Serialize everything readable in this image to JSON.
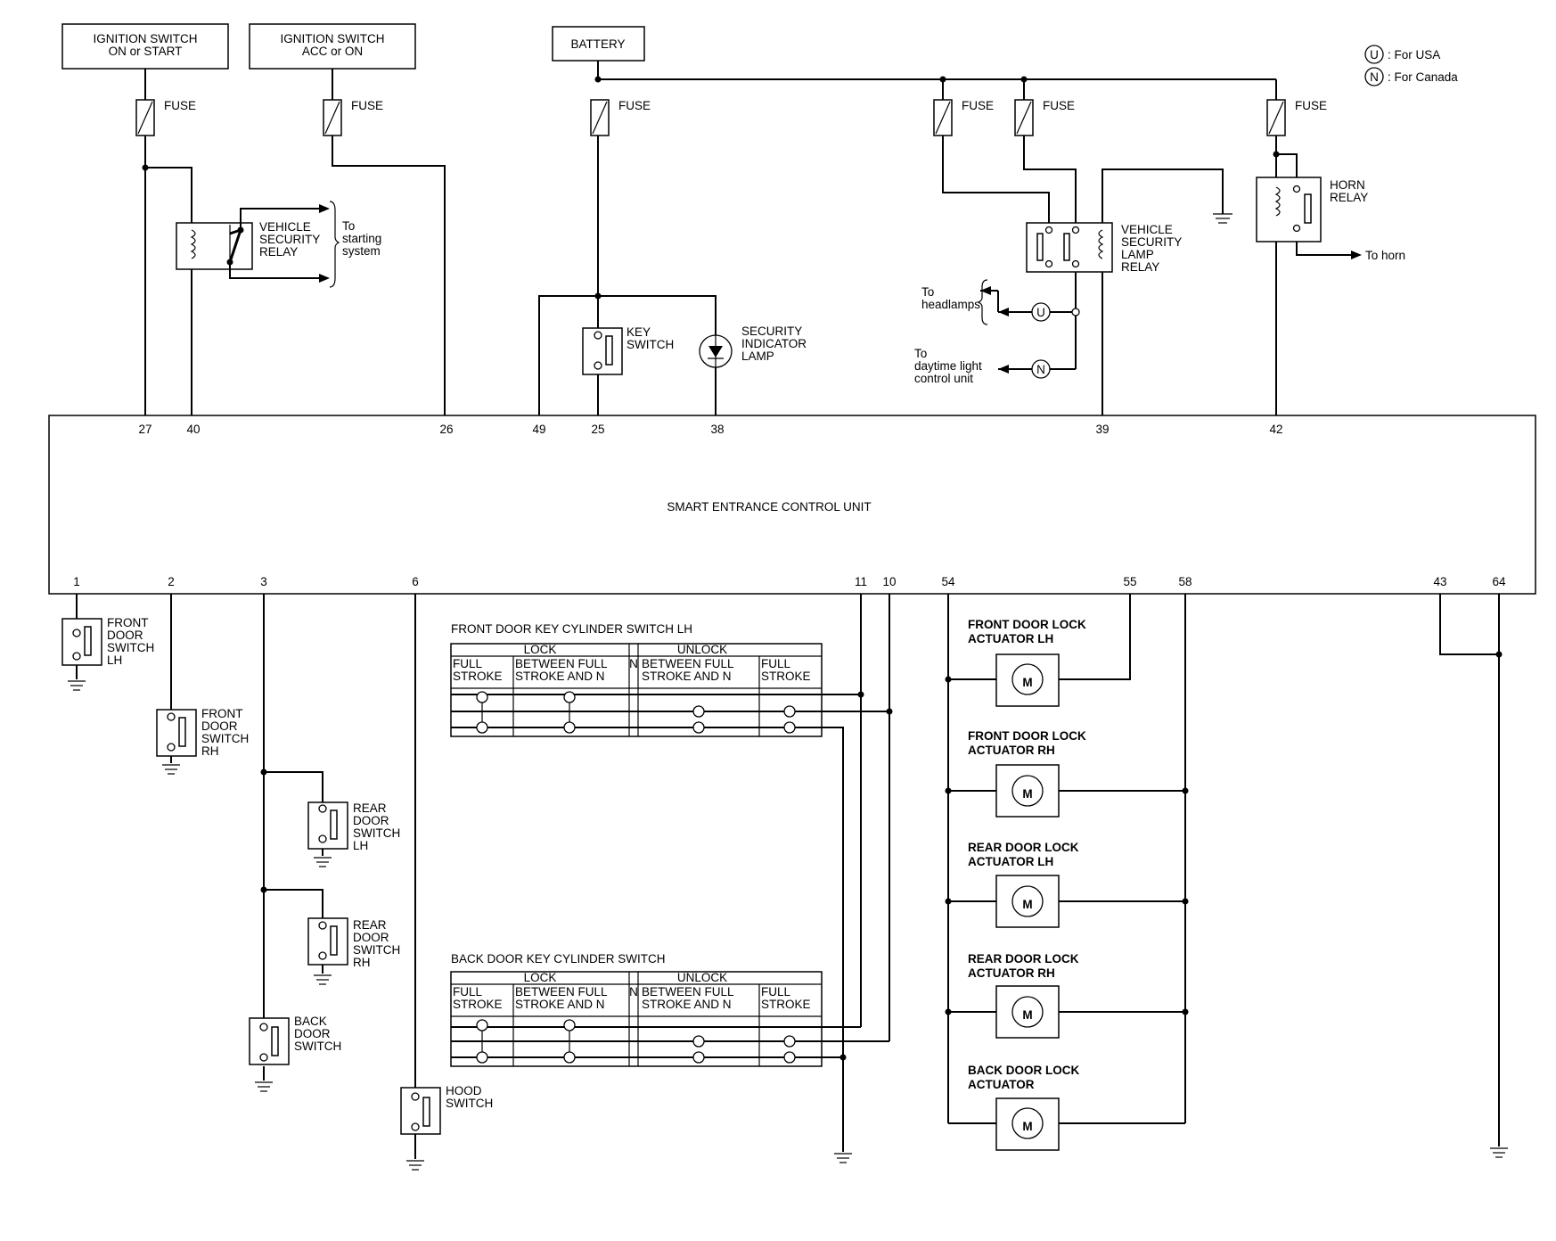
{
  "sources": {
    "ign_on_start": [
      "IGNITION SWITCH",
      "ON or START"
    ],
    "ign_acc_on": [
      "IGNITION SWITCH",
      "ACC or ON"
    ],
    "battery": "BATTERY"
  },
  "fuse_label": "FUSE",
  "legend": {
    "usa": ": For USA",
    "canada": ": For Canada",
    "u_symbol": "U",
    "n_symbol": "N"
  },
  "vehicle_security_relay": [
    "VEHICLE",
    "SECURITY",
    "RELAY"
  ],
  "to_starting_system": [
    "To",
    "starting",
    "system"
  ],
  "key_switch": [
    "KEY",
    "SWITCH"
  ],
  "security_indicator_lamp": [
    "SECURITY",
    "INDICATOR",
    "LAMP"
  ],
  "vehicle_security_lamp_relay": [
    "VEHICLE",
    "SECURITY",
    "LAMP",
    "RELAY"
  ],
  "to_headlamps": [
    "To",
    "headlamps"
  ],
  "to_daytime_light": [
    "To",
    "daytime light",
    "control unit"
  ],
  "horn_relay": [
    "HORN",
    "RELAY"
  ],
  "to_horn": "To horn",
  "control_unit": "SMART ENTRANCE CONTROL UNIT",
  "top_pins": [
    "27",
    "40",
    "26",
    "49",
    "25",
    "38",
    "39",
    "42"
  ],
  "bottom_pins": [
    "1",
    "2",
    "3",
    "6",
    "11",
    "10",
    "54",
    "55",
    "58",
    "43",
    "64"
  ],
  "front_door_switch_lh": [
    "FRONT",
    "DOOR",
    "SWITCH",
    "LH"
  ],
  "front_door_switch_rh": [
    "FRONT",
    "DOOR",
    "SWITCH",
    "RH"
  ],
  "rear_door_switch_lh": [
    "REAR",
    "DOOR",
    "SWITCH",
    "LH"
  ],
  "rear_door_switch_rh": [
    "REAR",
    "DOOR",
    "SWITCH",
    "RH"
  ],
  "back_door_switch": [
    "BACK",
    "DOOR",
    "SWITCH"
  ],
  "hood_switch": [
    "HOOD",
    "SWITCH"
  ],
  "key_cylinder_tables": [
    {
      "title": "FRONT DOOR KEY CYLINDER SWITCH LH",
      "lock": "LOCK",
      "unlock": "UNLOCK",
      "n": "N",
      "col1": [
        "FULL",
        "STROKE"
      ],
      "col2": [
        "BETWEEN FULL",
        "STROKE AND N"
      ],
      "col3": [
        "BETWEEN FULL",
        "STROKE AND N"
      ],
      "col4": [
        "FULL",
        "STROKE"
      ]
    },
    {
      "title": "BACK DOOR KEY CYLINDER SWITCH",
      "lock": "LOCK",
      "unlock": "UNLOCK",
      "n": "N",
      "col1": [
        "FULL",
        "STROKE"
      ],
      "col2": [
        "BETWEEN FULL",
        "STROKE AND N"
      ],
      "col3": [
        "BETWEEN FULL",
        "STROKE AND N"
      ],
      "col4": [
        "FULL",
        "STROKE"
      ]
    }
  ],
  "actuators": [
    [
      "FRONT DOOR LOCK",
      "ACTUATOR LH"
    ],
    [
      "FRONT DOOR LOCK",
      "ACTUATOR RH"
    ],
    [
      "REAR DOOR LOCK",
      "ACTUATOR LH"
    ],
    [
      "REAR DOOR LOCK",
      "ACTUATOR RH"
    ],
    [
      "BACK DOOR LOCK",
      "ACTUATOR"
    ]
  ],
  "motor_symbol": "M"
}
